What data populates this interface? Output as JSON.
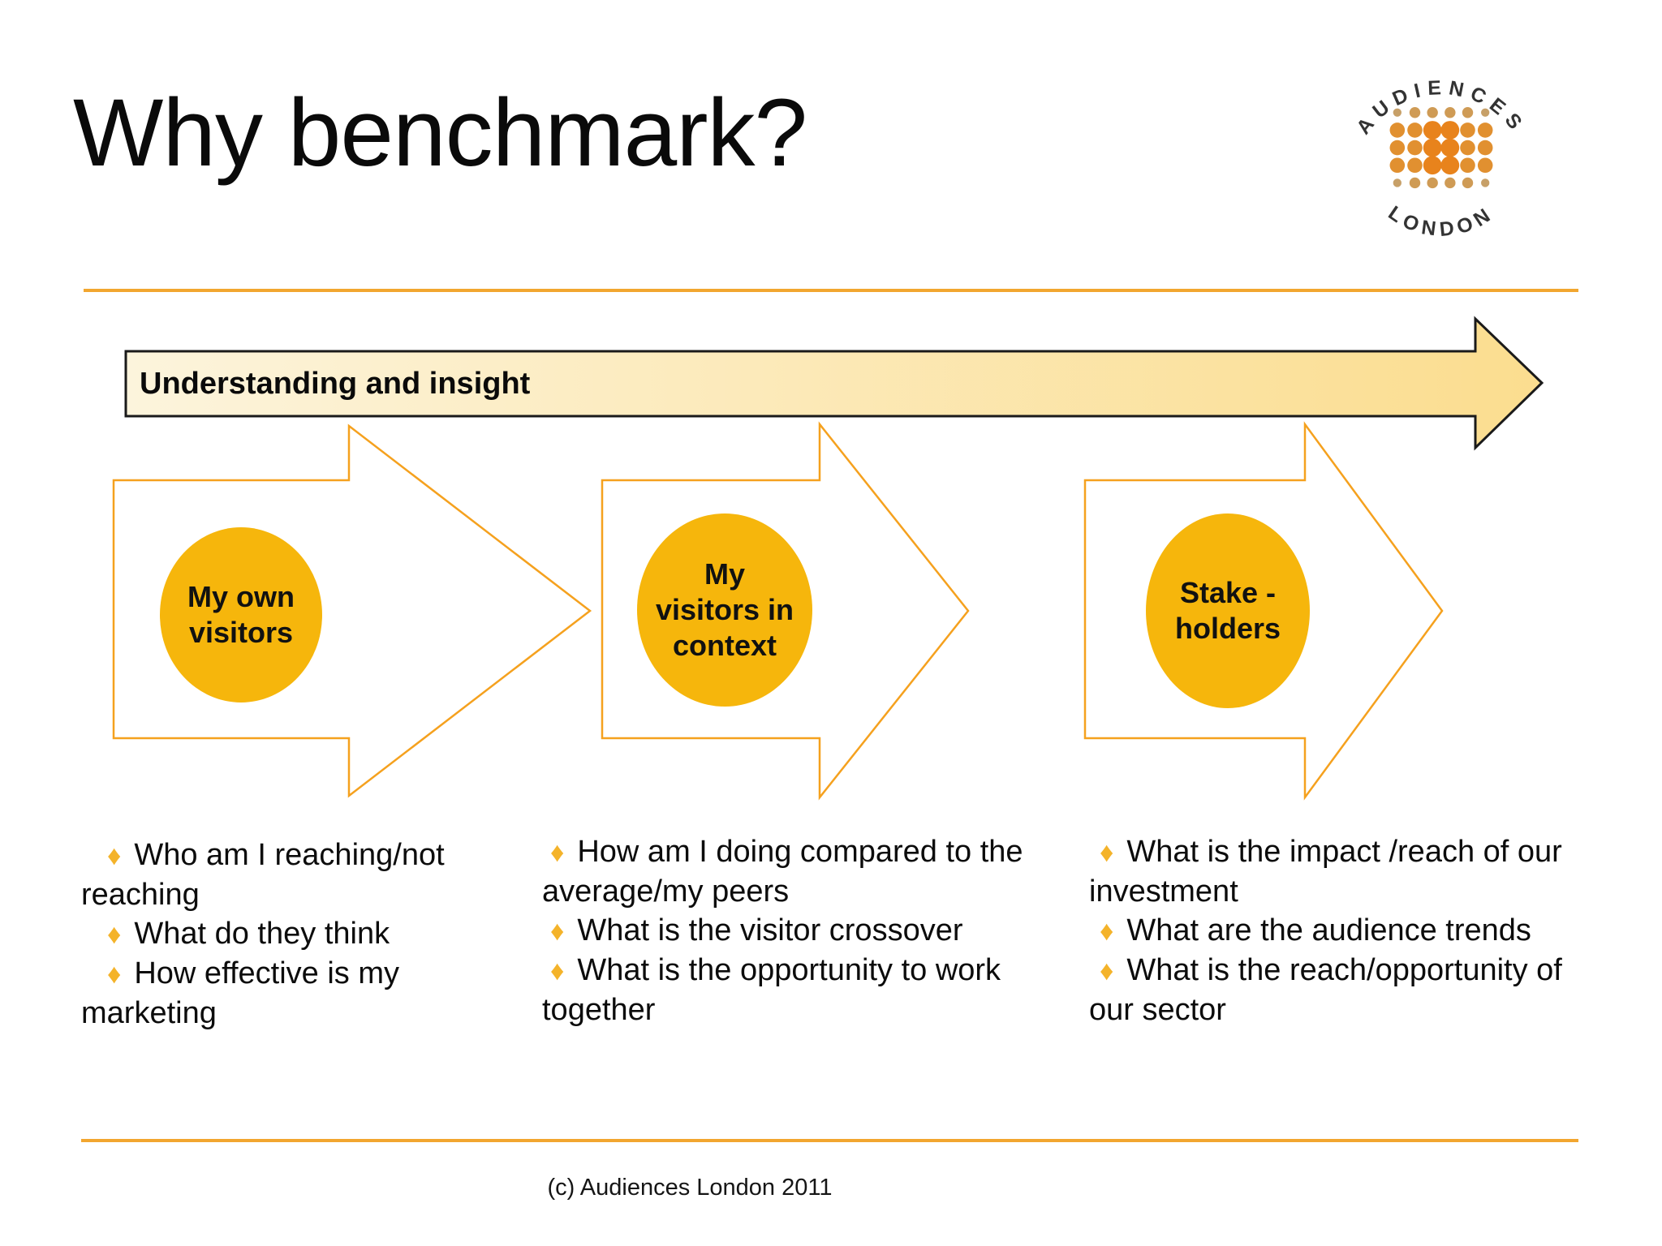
{
  "slide": {
    "title": "Why benchmark?",
    "logo": {
      "arc_top": "AUDIENCES",
      "arc_bottom": "LONDON"
    },
    "banner": {
      "label": "Understanding and insight"
    },
    "stages": [
      {
        "circle_label": "My own\nvisitors",
        "bullets": [
          "Who am I reaching/not reaching",
          "What do they think",
          "How effective is my marketing"
        ]
      },
      {
        "circle_label": "My\nvisitors in\ncontext",
        "bullets": [
          "How am I doing compared to the average/my peers",
          "What is the visitor crossover",
          "What is the opportunity to work together"
        ]
      },
      {
        "circle_label": "Stake -\nholders",
        "bullets": [
          "What is the impact /reach of our investment",
          "What are the audience trends",
          "What is the reach/opportunity of our sector"
        ]
      }
    ],
    "footer": "(c) Audiences London 2011",
    "colors": {
      "accent_arrow_outline": "#F5A11E",
      "circle_fill": "#F6B60C",
      "banner_gradient_start": "#FCF4DC",
      "banner_gradient_end": "#FBDD8F",
      "banner_border": "#1a1a1a",
      "rule_orange": "#F2A62F",
      "bullet_diamond": "#F4B32A",
      "logo_dot_orange": "#E8831C"
    }
  },
  "icons": {
    "diamond_bullet": "♦"
  }
}
